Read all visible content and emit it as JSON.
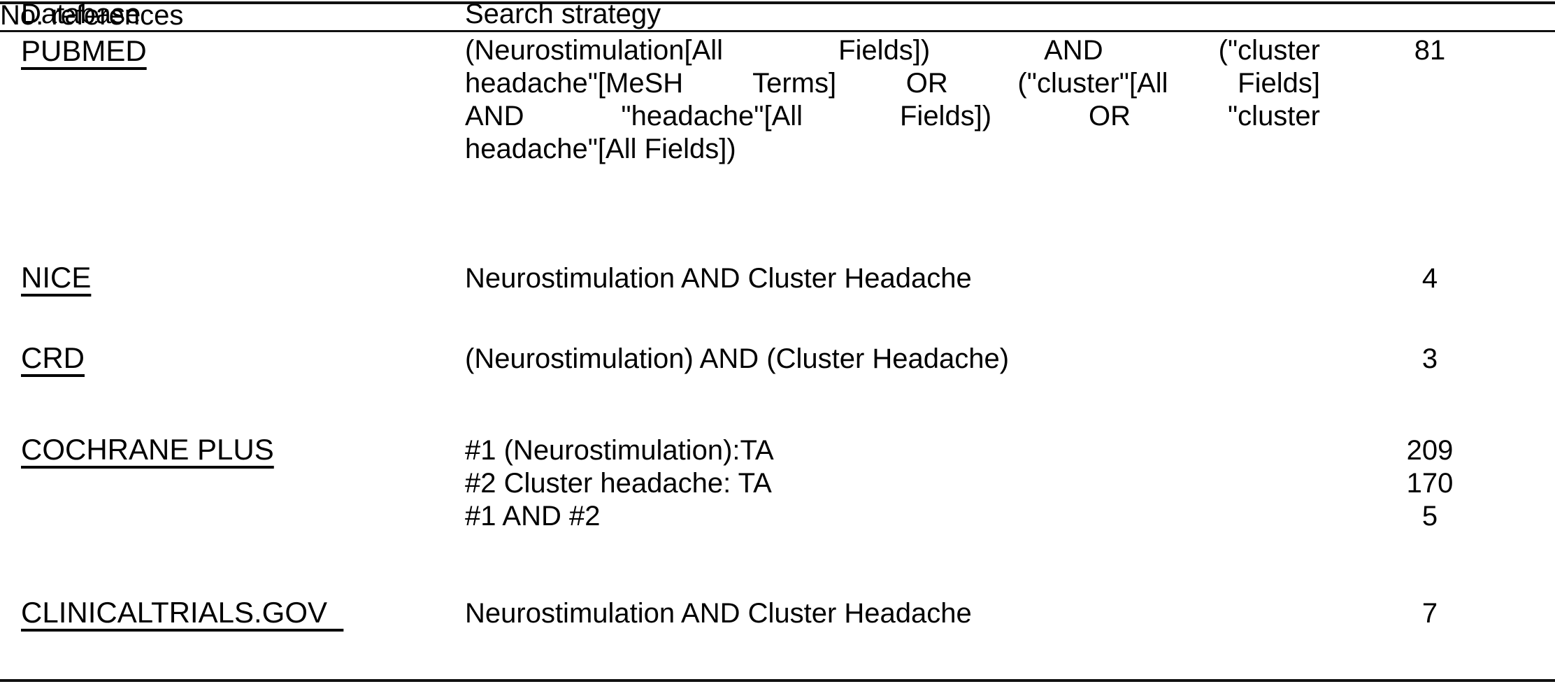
{
  "table": {
    "columns": [
      {
        "key": "database",
        "label": "Database"
      },
      {
        "key": "strategy",
        "label": "Search strategy"
      },
      {
        "key": "references",
        "label": "No. references"
      }
    ],
    "rows": [
      {
        "database": "PUBMED",
        "strategy_lines": [
          "(Neurostimulation[All Fields]) AND (\"cluster",
          "headache\"[MeSH Terms] OR (\"cluster\"[All Fields]",
          "AND \"headache\"[All Fields]) OR \"cluster",
          "headache\"[All Fields])"
        ],
        "strategy_full": "(Neurostimulation[All Fields]) AND (\"cluster headache\"[MeSH Terms] OR (\"cluster\"[All Fields] AND \"headache\"[All Fields]) OR \"cluster headache\"[All Fields])",
        "references": [
          "81"
        ]
      },
      {
        "database": "NICE",
        "strategy_lines": [
          "Neurostimulation AND Cluster Headache"
        ],
        "strategy_full": "Neurostimulation AND Cluster Headache",
        "references": [
          "4"
        ]
      },
      {
        "database": "CRD",
        "strategy_lines": [
          "(Neurostimulation) AND (Cluster Headache)"
        ],
        "strategy_full": "(Neurostimulation) AND (Cluster Headache)",
        "references": [
          "3"
        ]
      },
      {
        "database": "COCHRANE PLUS",
        "strategy_lines": [
          "#1 (Neurostimulation):TA",
          "#2 Cluster headache: TA",
          "#1 AND #2"
        ],
        "strategy_full": "#1 (Neurostimulation):TA / #2 Cluster headache: TA / #1 AND #2",
        "references": [
          "209",
          "170",
          "5"
        ]
      },
      {
        "database": "CLINICALTRIALS.GOV  ",
        "strategy_lines": [
          "Neurostimulation AND Cluster Headache"
        ],
        "strategy_full": "Neurostimulation AND Cluster Headache",
        "references": [
          "7"
        ]
      }
    ]
  },
  "style": {
    "background_color": "#ffffff",
    "text_color": "#000000",
    "rule_color": "#111111"
  }
}
